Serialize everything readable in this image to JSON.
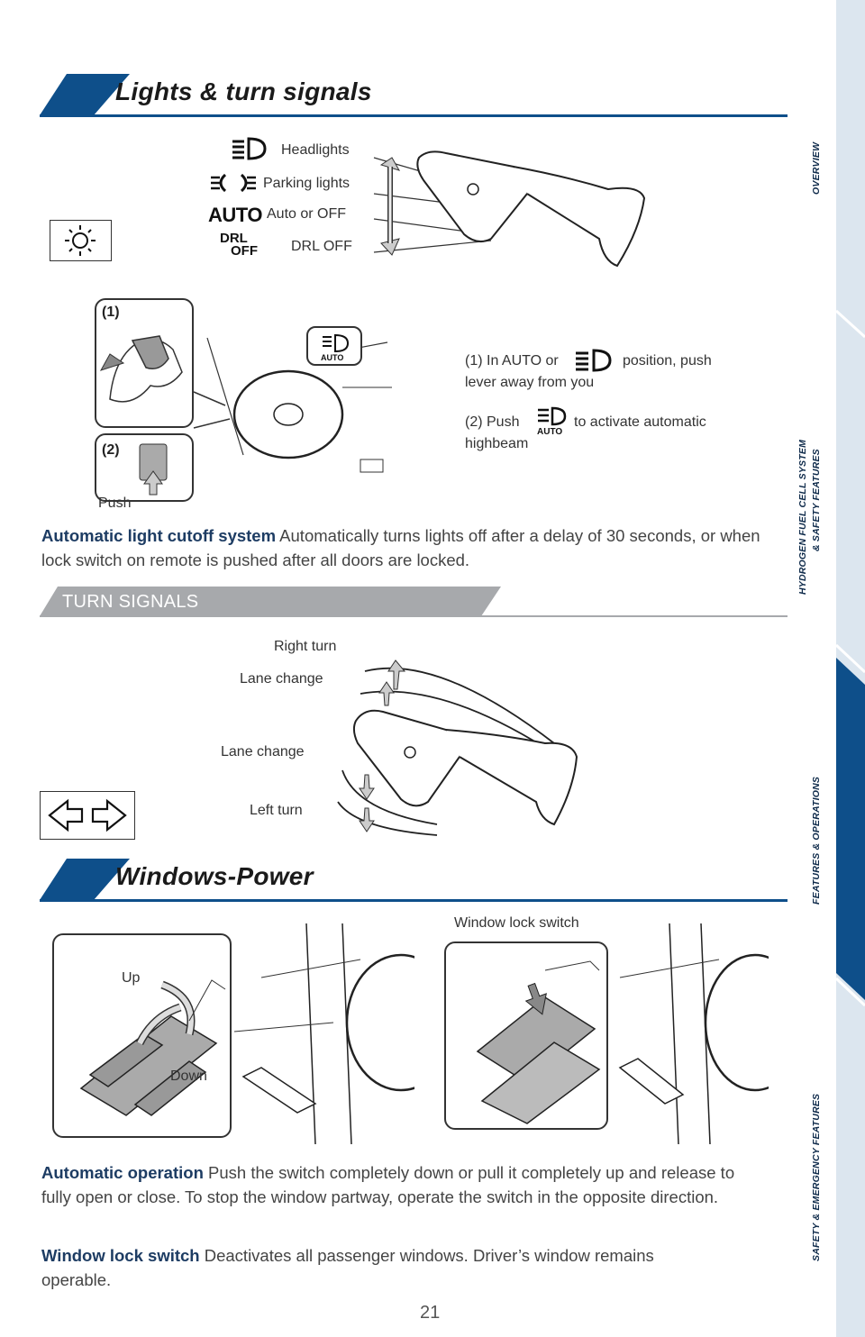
{
  "sections": {
    "lights_title": "Lights & turn signals",
    "turn_signals_title": "TURN SIGNALS",
    "windows_title": "Windows-Power"
  },
  "headlight_switch": {
    "headlights": "Headlights",
    "parking_lights": "Parking lights",
    "auto_or_off": "Auto or OFF",
    "drl_off": "DRL OFF",
    "auto_symbol": "AUTO",
    "drl_symbol_line1": "DRL",
    "drl_symbol_line2": "OFF"
  },
  "highbeam": {
    "step1_marker": "(1)",
    "step2_marker": "(2)",
    "push_label": "Push",
    "auto_badge": "AUTO",
    "step1_text_a": "(1) In AUTO or",
    "step1_text_b": "position, push",
    "step1_text_c": "lever away from you",
    "step2_text_a": "(2) Push",
    "step2_text_b": "to activate automatic",
    "step2_text_c": "highbeam"
  },
  "auto_cutoff": {
    "heading": "Automatic light cutoff system",
    "body": " Automatically turns lights off after a delay of 30 seconds, or when lock switch on remote is pushed after all doors are locked."
  },
  "turn_signals": {
    "right_turn": "Right turn",
    "lane_change_up": "Lane change",
    "lane_change_down": "Lane change",
    "left_turn": "Left turn"
  },
  "windows": {
    "up_label": "Up",
    "down_label": "Down",
    "window_lock_label": "Window lock switch",
    "auto_op_heading": "Automatic operation",
    "auto_op_body": " Push the switch completely down or pull it completely up and release to fully open or close. To stop the window partway, operate the switch in the opposite direction.",
    "lock_heading": "Window lock switch",
    "lock_body": " Deactivates all passenger windows. Driver’s window remains operable."
  },
  "page_number": "21",
  "side_tabs": {
    "overview": "OVERVIEW",
    "hydrogen_line1": "HYDROGEN FUEL CELL SYSTEM",
    "hydrogen_line2": "& SAFETY FEATURES",
    "features": "FEATURES & OPERATIONS",
    "safety": "SAFETY & EMERGENCY FEATURES"
  },
  "colors": {
    "accent": "#0e4f8a",
    "active_tab": "#0e4f8a",
    "side_bg": "#dce6ef",
    "text": "#333333"
  }
}
